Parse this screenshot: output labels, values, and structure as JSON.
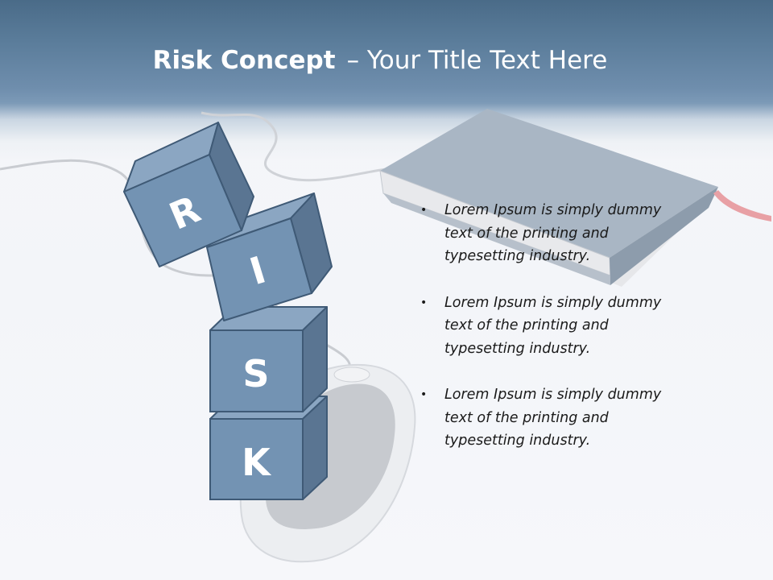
{
  "slide": {
    "title_bold": "Risk Concept",
    "title_rest": "– Your Title Text Here"
  },
  "blocks": [
    {
      "letter": "R"
    },
    {
      "letter": "I"
    },
    {
      "letter": "S"
    },
    {
      "letter": "K"
    }
  ],
  "bullets": [
    {
      "text": "Lorem Ipsum is simply dummy text of the printing and typesetting industry."
    },
    {
      "text": "Lorem Ipsum is simply dummy text of the printing and typesetting industry."
    },
    {
      "text": "Lorem Ipsum is simply dummy text of the printing and typesetting industry."
    }
  ],
  "colors": {
    "header": "#5a7c9a",
    "cube_front": "#7393b3",
    "cube_top": "#8ba6c2",
    "cube_side": "#5a7592",
    "cube_edge": "#3f5a76"
  }
}
